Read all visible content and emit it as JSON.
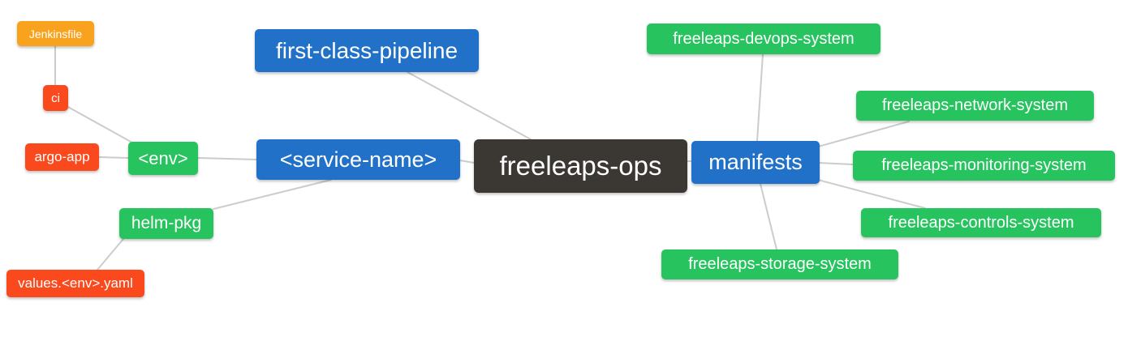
{
  "palette": {
    "blue": "#2171C8",
    "green": "#27C35F",
    "orange": "#F9A21E",
    "red": "#F9491D",
    "dark": "#3B3733",
    "edge": "#CCCCCC",
    "text": "#FFFFFF",
    "background": "#FFFFFF"
  },
  "mindmap": {
    "root": {
      "label": "freeleaps-ops",
      "color": "dark"
    },
    "nodes": {
      "jenkinsfile": {
        "label": "Jenkinsfile",
        "color": "orange"
      },
      "ci": {
        "label": "ci",
        "color": "red"
      },
      "argo_app": {
        "label": "argo-app",
        "color": "red"
      },
      "env": {
        "label": "<env>",
        "color": "green"
      },
      "helm_pkg": {
        "label": "helm-pkg",
        "color": "green"
      },
      "values_env_yaml": {
        "label": "values.<env>.yaml",
        "color": "red"
      },
      "first_class_pipeline": {
        "label": "first-class-pipeline",
        "color": "blue"
      },
      "service_name": {
        "label": "<service-name>",
        "color": "blue"
      },
      "freeleaps_ops": {
        "label": "freeleaps-ops",
        "color": "dark"
      },
      "manifests": {
        "label": "manifests",
        "color": "blue"
      },
      "devops_system": {
        "label": "freeleaps-devops-system",
        "color": "green"
      },
      "network_system": {
        "label": "freeleaps-network-system",
        "color": "green"
      },
      "monitoring_system": {
        "label": "freeleaps-monitoring-system",
        "color": "green"
      },
      "controls_system": {
        "label": "freeleaps-controls-system",
        "color": "green"
      },
      "storage_system": {
        "label": "freeleaps-storage-system",
        "color": "green"
      }
    },
    "edges": [
      [
        "jenkinsfile",
        "ci"
      ],
      [
        "ci",
        "env"
      ],
      [
        "argo_app",
        "env"
      ],
      [
        "env",
        "service_name"
      ],
      [
        "helm_pkg",
        "service_name"
      ],
      [
        "values_env_yaml",
        "helm_pkg"
      ],
      [
        "first_class_pipeline",
        "freeleaps_ops"
      ],
      [
        "service_name",
        "freeleaps_ops"
      ],
      [
        "freeleaps_ops",
        "manifests"
      ],
      [
        "manifests",
        "devops_system"
      ],
      [
        "manifests",
        "network_system"
      ],
      [
        "manifests",
        "monitoring_system"
      ],
      [
        "manifests",
        "controls_system"
      ],
      [
        "manifests",
        "storage_system"
      ]
    ]
  }
}
